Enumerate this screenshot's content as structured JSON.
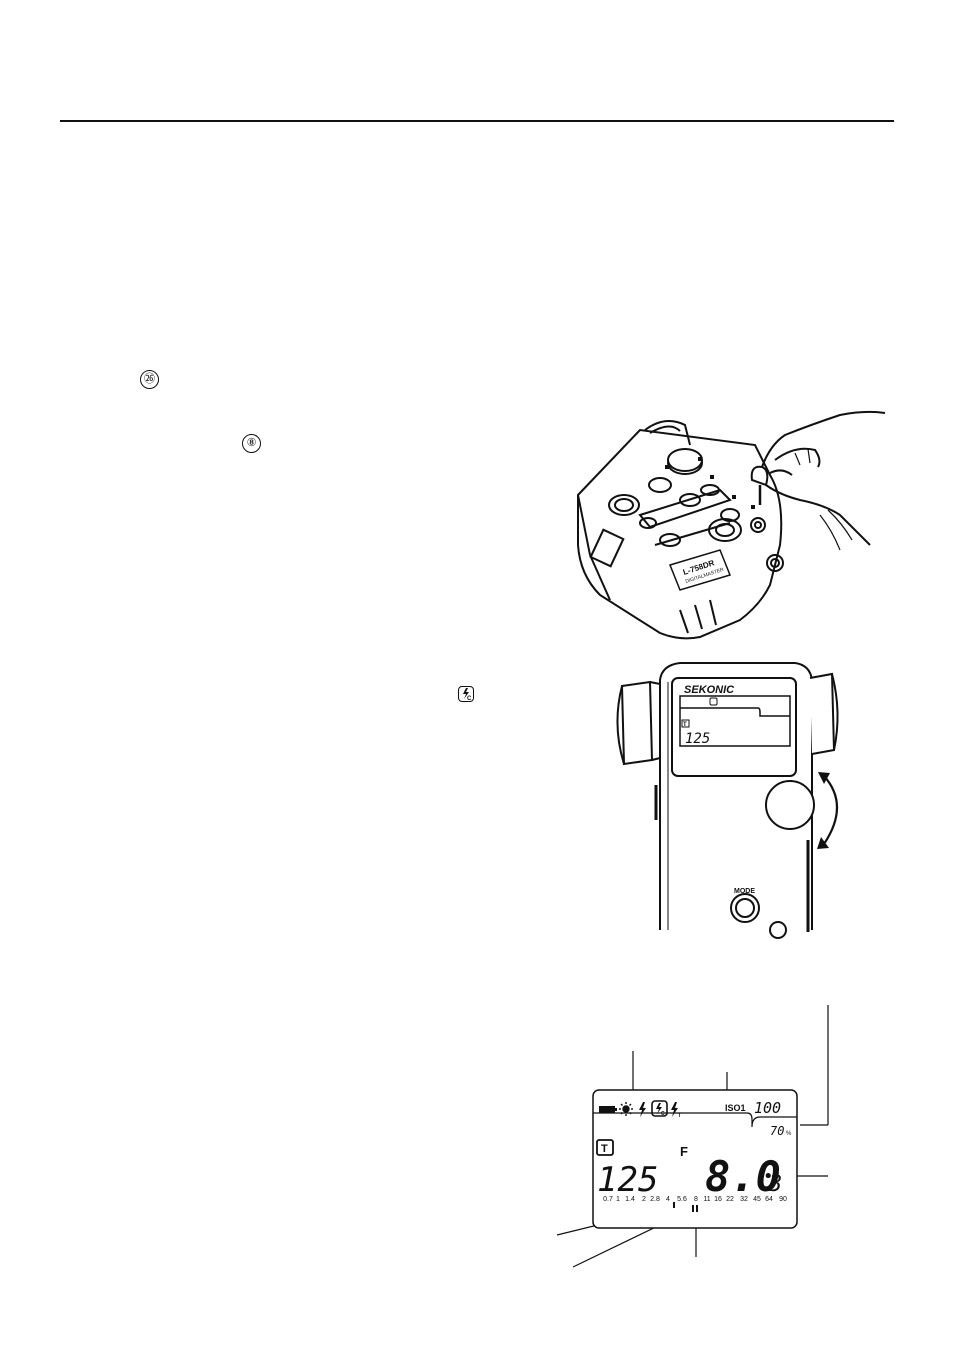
{
  "refs": {
    "ref_26": "㉖",
    "ref_8": "⑧"
  },
  "meter_illustration": {
    "model_label": "L-758DR",
    "model_sub": "DIGITALMASTER"
  },
  "dial_illustration": {
    "brand": "SEKONIC",
    "lcd_time": "125",
    "mode_label": "MODE"
  },
  "lcd": {
    "iso_label": "ISO1",
    "iso_value": "100",
    "percent_value": "70",
    "percent_sign": "%",
    "t_label": "T",
    "f_label": "F",
    "shutter_value": "125",
    "aperture_main": "8.0",
    "aperture_tenth": "3",
    "scale": [
      "0.7",
      "1",
      "1.4",
      "2",
      "2.8",
      "4",
      "5.6",
      "8",
      "11",
      "16",
      "22",
      "32",
      "45",
      "64",
      "90"
    ]
  },
  "icons": {
    "flash_c_inline": "flash-cordless-icon",
    "battery": "battery-icon",
    "ambient": "sun-icon",
    "flash": "flash-icon",
    "flash_multi": "flash-multi-icon"
  }
}
